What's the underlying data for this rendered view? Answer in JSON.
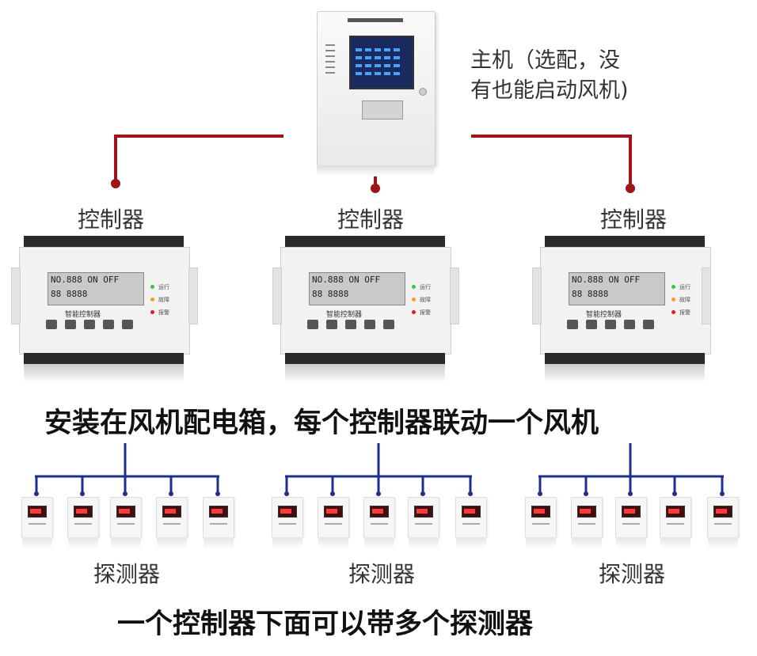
{
  "host": {
    "label_line1": "主机（选配，没",
    "label_line2": "有也能启动风机)"
  },
  "controllers": [
    {
      "label": "控制器",
      "device_name": "智能控制器",
      "lcd_row1": "NO.888 ON OFF",
      "lcd_row2": "88 8888"
    },
    {
      "label": "控制器",
      "device_name": "智能控制器",
      "lcd_row1": "NO.888 ON OFF",
      "lcd_row2": "88 8888"
    },
    {
      "label": "控制器",
      "device_name": "智能控制器",
      "lcd_row1": "NO.888 ON OFF",
      "lcd_row2": "88 8888"
    }
  ],
  "detector_groups": [
    {
      "label": "探测器",
      "count": 5
    },
    {
      "label": "探测器",
      "count": 5
    },
    {
      "label": "探测器",
      "count": 5
    }
  ],
  "caption_middle": "安装在风机配电箱，每个控制器联动一个风机",
  "caption_bottom": "一个控制器下面可以带多个探测器",
  "colors": {
    "host_link": "#a01417",
    "detector_bus": "#1f2f8c",
    "led_run": "#3cc43c",
    "led_fault": "#f0a020",
    "led_alarm": "#e02020"
  },
  "indicator_labels": [
    "运行",
    "故障",
    "报警"
  ]
}
